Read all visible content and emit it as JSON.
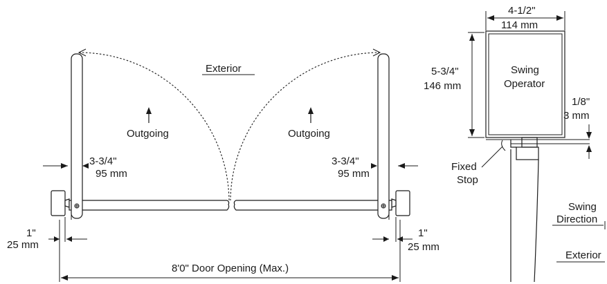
{
  "plan_view": {
    "exterior_label": "Exterior",
    "left_leaf": {
      "direction_label": "Outgoing",
      "hinge_offset_in": "3-3/4\"",
      "hinge_offset_mm": "95 mm",
      "jamb_offset_in": "1\"",
      "jamb_offset_mm": "25 mm"
    },
    "right_leaf": {
      "direction_label": "Outgoing",
      "hinge_offset_in": "3-3/4\"",
      "hinge_offset_mm": "95 mm",
      "jamb_offset_in": "1\"",
      "jamb_offset_mm": "25 mm"
    },
    "opening_label": "8'0\" Door Opening (Max.)"
  },
  "operator_view": {
    "width_in": "4-1/2\"",
    "width_mm": "114 mm",
    "height_in": "5-3/4\"",
    "height_mm": "146 mm",
    "operator_label_line1": "Swing",
    "operator_label_line2": "Operator",
    "gap_in": "1/8\"",
    "gap_mm": "3 mm",
    "stop_label_line1": "Fixed",
    "stop_label_line2": "Stop",
    "swing_label_line1": "Swing",
    "swing_label_line2": "Direction",
    "exterior_label": "Exterior"
  }
}
